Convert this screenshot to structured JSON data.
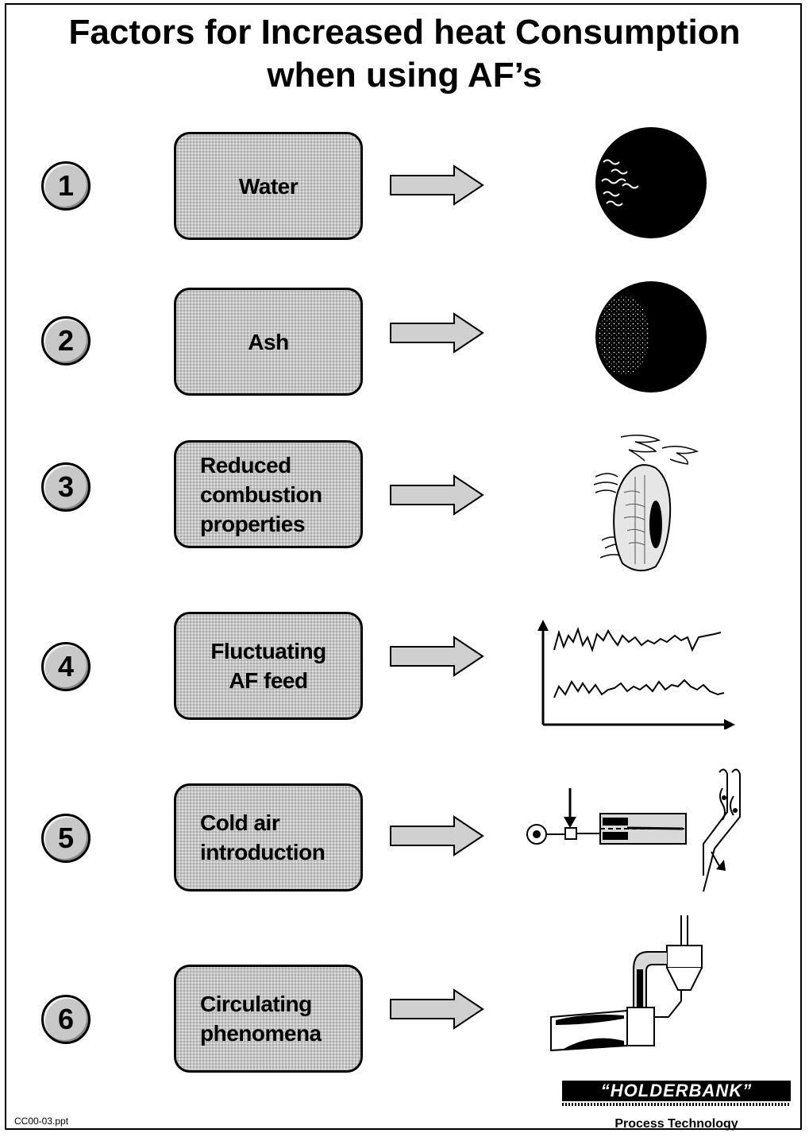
{
  "title": {
    "line1": "Factors for Increased heat Consumption",
    "line2": "when using AF’s"
  },
  "factors": [
    {
      "number": "1",
      "label": "Water",
      "icon": "water-particle-icon"
    },
    {
      "number": "2",
      "label": "Ash",
      "icon": "ash-particle-icon"
    },
    {
      "number": "3",
      "label": "Reduced\ncombustion\nproperties",
      "icon": "flame-icon"
    },
    {
      "number": "4",
      "label": "Fluctuating\nAF feed",
      "icon": "fluctuating-trend-icon"
    },
    {
      "number": "5",
      "label": "Cold air\nintroduction",
      "icon": "cold-air-ducts-icon"
    },
    {
      "number": "6",
      "label": "Circulating\nphenomena",
      "icon": "kiln-cyclone-icon"
    }
  ],
  "footer": {
    "filename": "CC00-03.ppt",
    "logo": "“HOLDERBANK”",
    "subtitle": "Process Technology"
  },
  "colors": {
    "box_fill": "#c4c4c4",
    "arrow_fill": "#d0d0d0",
    "outline": "#000000"
  }
}
